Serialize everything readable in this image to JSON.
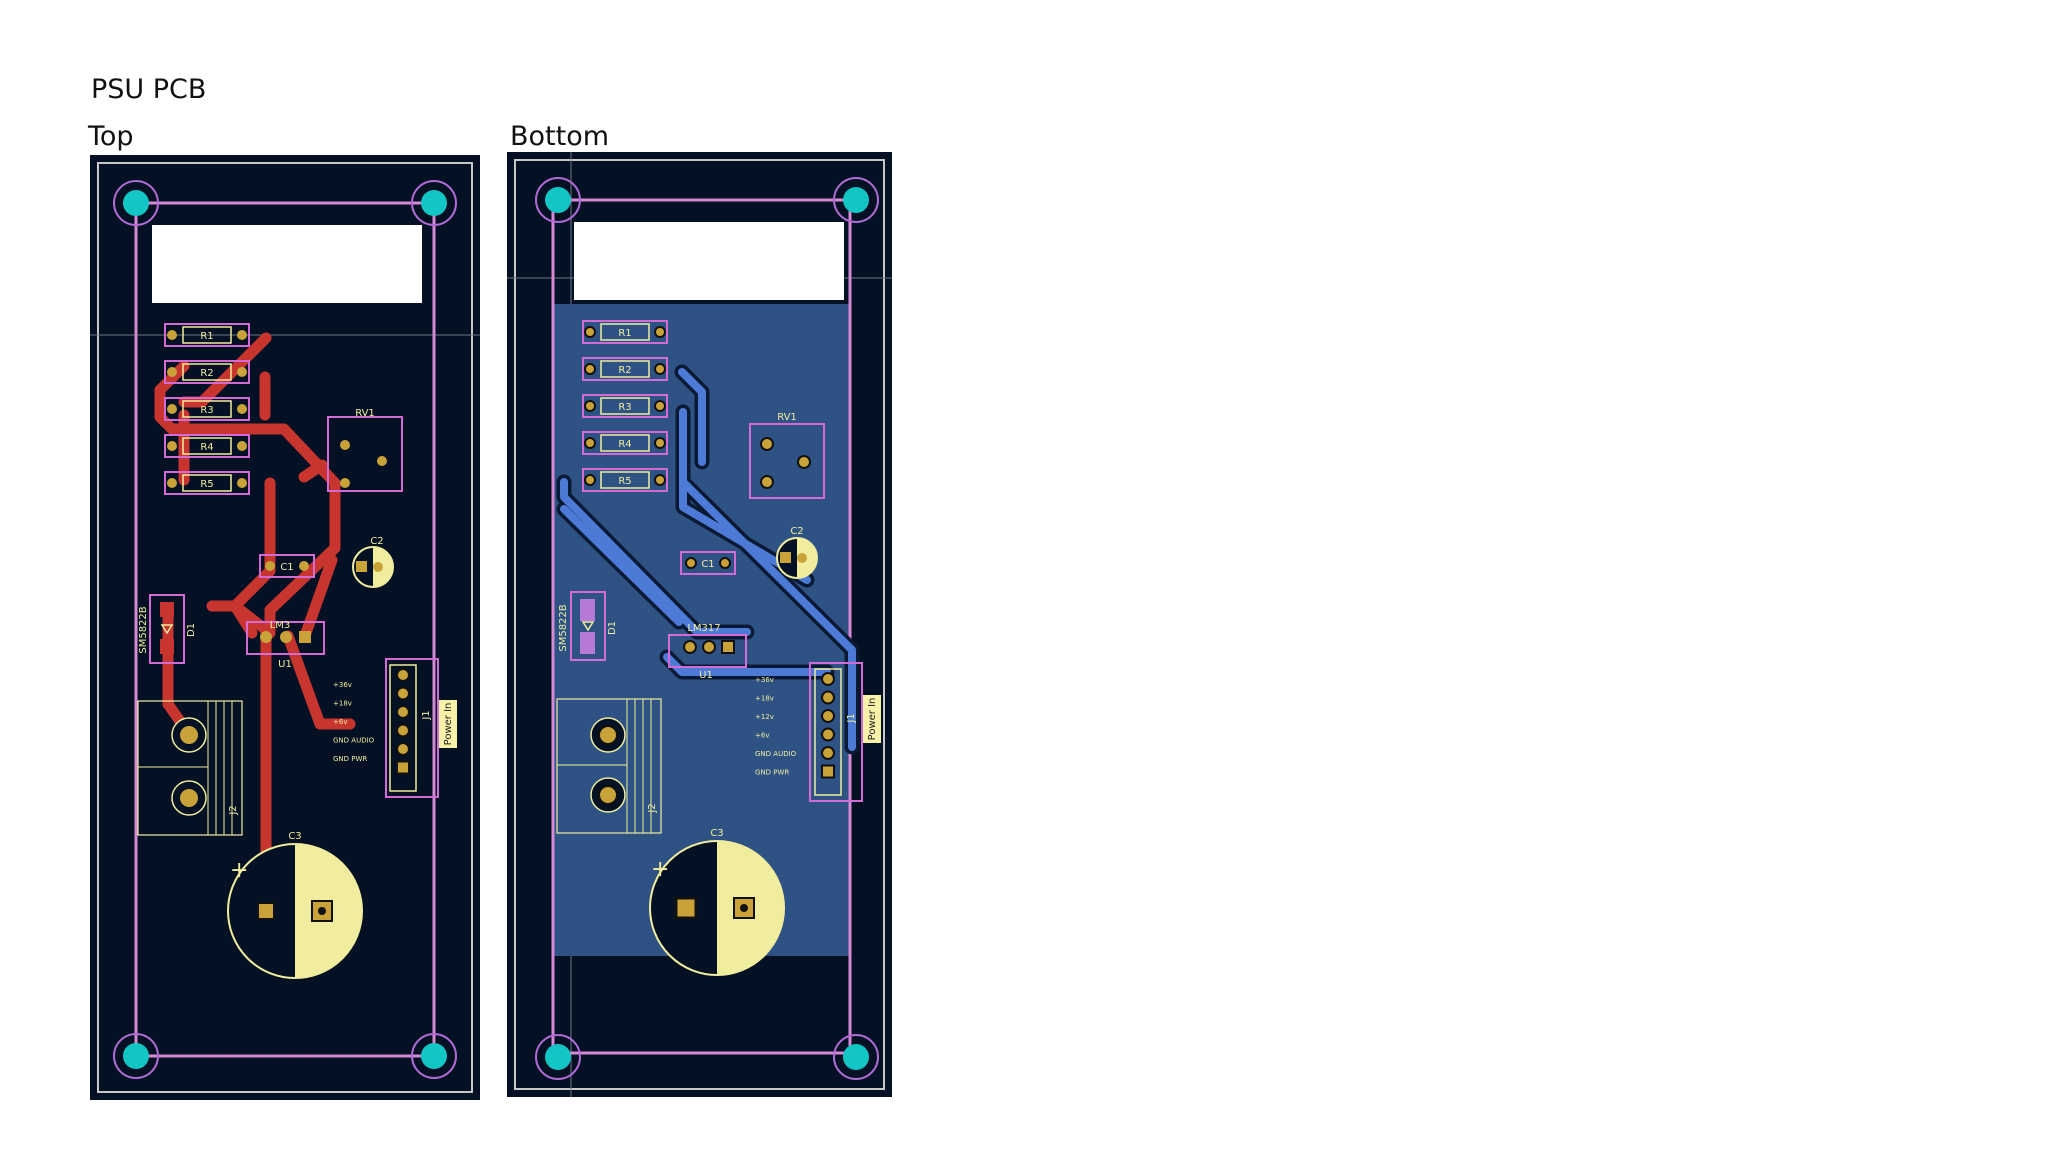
{
  "title": "PSU PCB",
  "panels": {
    "top": {
      "label": "Top"
    },
    "bottom": {
      "label": "Bottom"
    }
  },
  "resistors": [
    "R1",
    "R2",
    "R3",
    "R4",
    "R5"
  ],
  "components": {
    "pot": "RV1",
    "cap_small": "C1",
    "cap_medium": "C2",
    "cap_large": "C3",
    "diode_part": "SM5822B",
    "diode_ref": "D1",
    "regulator_top": "LM3",
    "regulator_bottom": "LM317",
    "regulator_ref": "U1",
    "header_ref": "J1",
    "header_label": "Power In",
    "terminal_ref": "J2"
  },
  "pin_labels_top": [
    "+36v",
    "+18v",
    "+6v",
    "GND AUDIO",
    "GND PWR"
  ],
  "pin_labels_bottom": [
    "+36v",
    "+18v",
    "+12v",
    "+6v",
    "GND AUDIO",
    "GND PWR"
  ],
  "colors": {
    "board_bg": "#041124",
    "edge_cut": "#d68ad6",
    "outline": "#c8c8c8",
    "mounting_pad": "#12c6c6",
    "pad": "#c9a33a",
    "top_copper": "#c8352f",
    "bottom_copper": "#4c7ad6",
    "bottom_fill": "#2f5284",
    "silkscreen": "#f0ed9e",
    "courtyard": "#d46ad6"
  }
}
